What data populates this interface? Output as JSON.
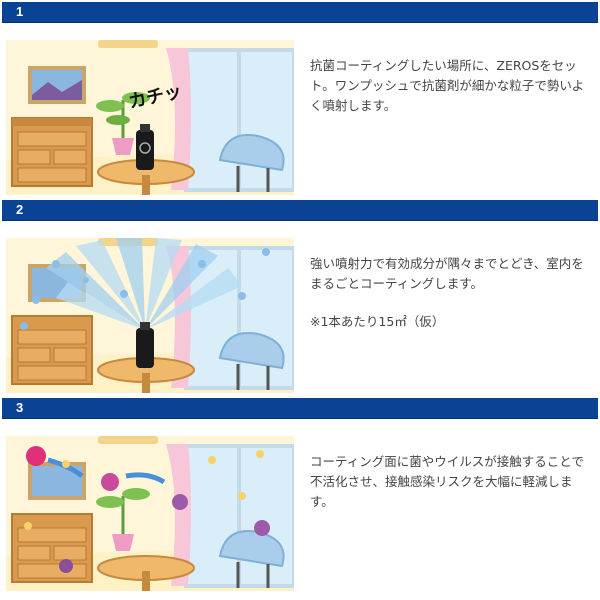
{
  "steps": [
    {
      "number": "1",
      "text": "抗菌コーティングしたい場所に、ZEROSをセット。ワンプッシュで抗菌剤が細かな粒子で勢いよく噴射します。",
      "sfx": "カチッ"
    },
    {
      "number": "2",
      "text": "強い噴射力で有効成分が隅々までとどき、室内をまるごとコーティングします。",
      "note": "※1本あたり15㎡（仮）"
    },
    {
      "number": "3",
      "text": "コーティング面に菌やウイルスが接触することで不活化させ、接触感染リスクを大幅に軽減します。"
    }
  ],
  "colors": {
    "header": "#0b4394",
    "wall": "#fff6d9",
    "window": "#d9eef9",
    "curtain": "#f7c6d8",
    "wood": "#d99a4e",
    "chair": "#a9cdea",
    "spray": "#9fd0f0",
    "germ": "#e0307a"
  }
}
